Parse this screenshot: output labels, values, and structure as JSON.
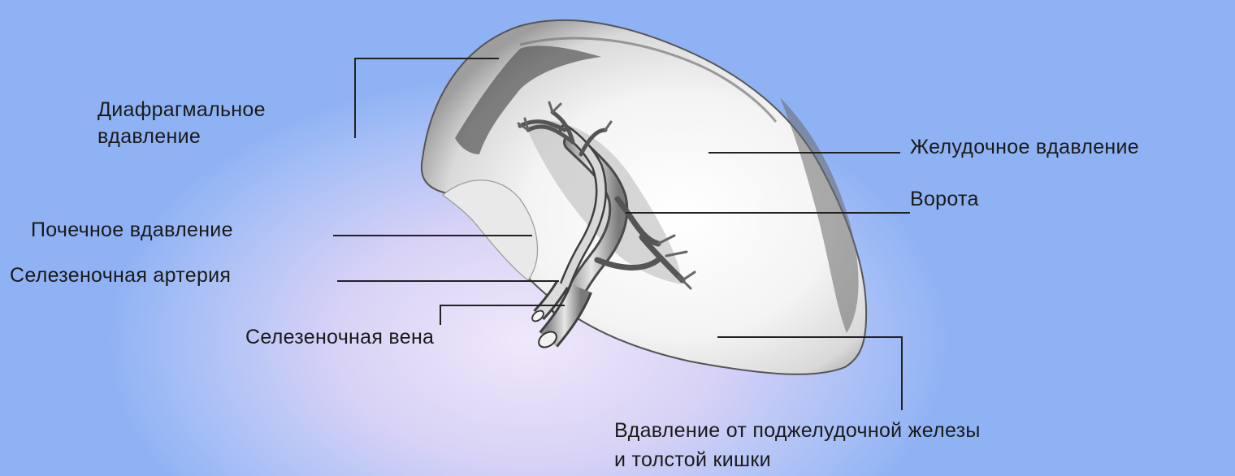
{
  "labels": {
    "diaphragm_1": "Диафрагмальное",
    "diaphragm_2": "вдавление",
    "gastric": "Желудочное вдавление",
    "hilum": "Ворота",
    "renal": "Почечное вдавление",
    "splenic_artery": "Селезеночная артерия",
    "splenic_vein": "Селезеночная вена",
    "pancreas_colon_1": "Вдавление от поджелудочной железы",
    "pancreas_colon_2": "и толстой кишки"
  }
}
